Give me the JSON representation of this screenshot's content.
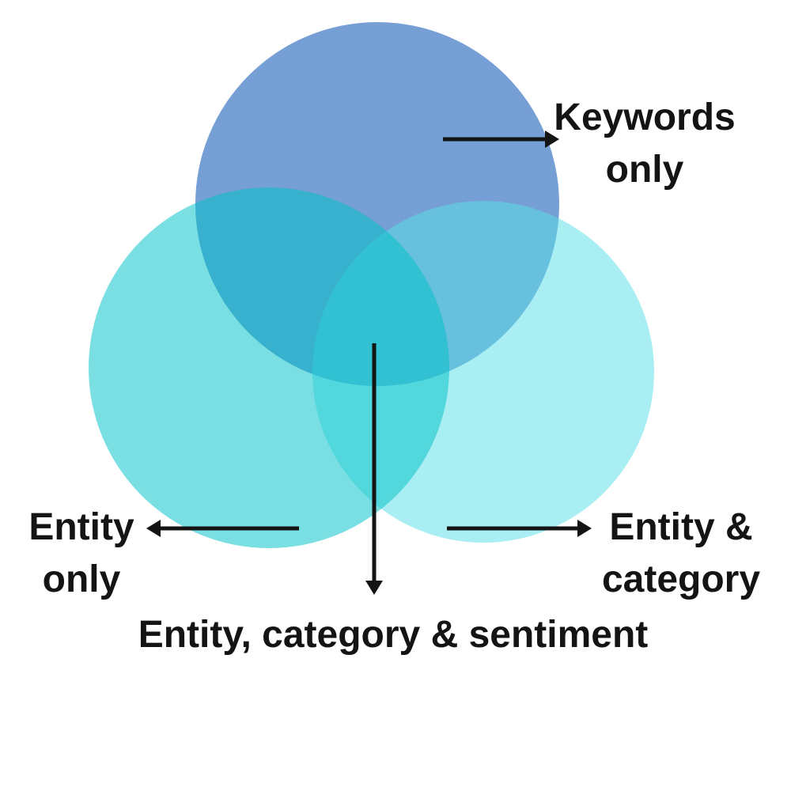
{
  "diagram": {
    "type": "venn",
    "background_color": "#ffffff",
    "text_color": "#141414",
    "arrow_color": "#141414",
    "circles": [
      {
        "id": "keywords-circle",
        "region": "top",
        "color": "#769fd5",
        "opacity": "1"
      },
      {
        "id": "entity-category-circle",
        "region": "bottom-right",
        "color": "#5adee6",
        "opacity": "0.52"
      },
      {
        "id": "entity-circle",
        "region": "bottom-left",
        "color": "#00c1c7",
        "opacity": "0.52"
      }
    ],
    "labels": {
      "keywords": {
        "line1": "Keywords",
        "line2": "only",
        "points_to": "top-circle"
      },
      "entity": {
        "line1": "Entity",
        "line2": "only",
        "points_to": "bottom-left-circle"
      },
      "entity_category": {
        "line1": "Entity &",
        "line2": "category",
        "points_to": "bottom-right-circle"
      },
      "center": {
        "text": "Entity, category & sentiment",
        "points_to": "triple-intersection"
      }
    }
  }
}
